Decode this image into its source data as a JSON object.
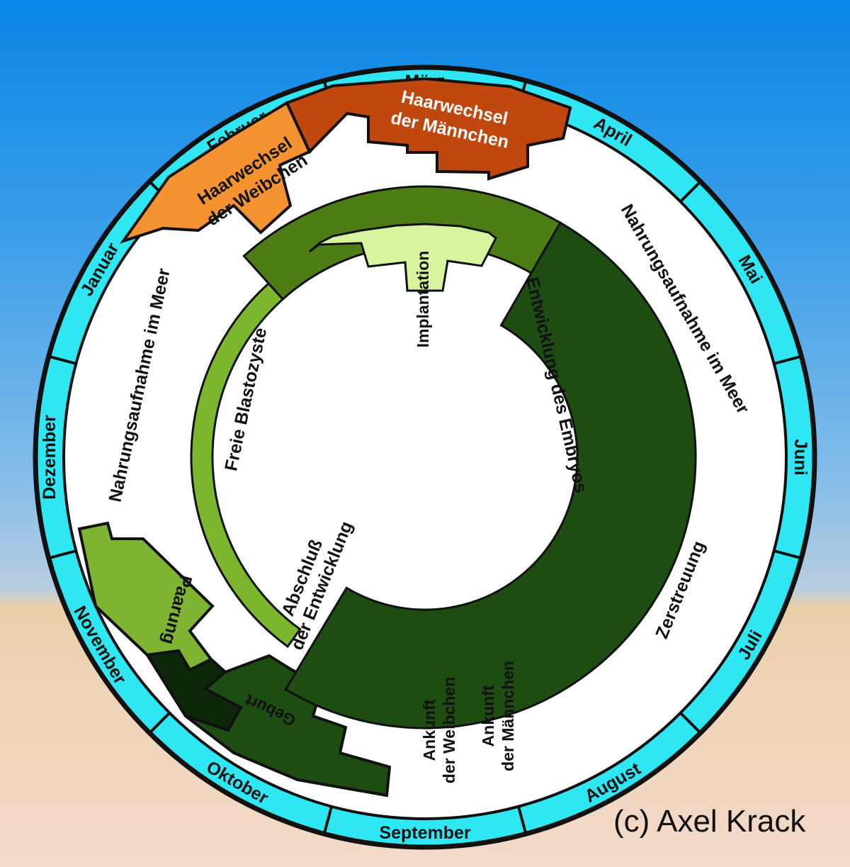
{
  "months": [
    "März",
    "April",
    "Mai",
    "Juni",
    "Juli",
    "August",
    "September",
    "Oktober",
    "November",
    "Dezember",
    "Januar",
    "Februar"
  ],
  "phases": {
    "moult_females": [
      "Haarwechsel",
      "der Weibchen"
    ],
    "moult_males": [
      "Haarwechsel",
      "der Männchen"
    ],
    "feeding_left": "Nahrungsaufnahme im Meer",
    "feeding_right": "Nahrungsaufnahme im Meer",
    "dispersal": "Zerstreuung",
    "arrival_females": [
      "Ankunft",
      "der Weibchen"
    ],
    "arrival_males": [
      "Ankunft",
      "der Männchen"
    ],
    "birth": "Geburt",
    "mating": "Paarung"
  },
  "embryo": {
    "free_blastocyst": "Freie Blastozyste",
    "implantation": "Implantation",
    "development": "Entwicklung des Embryos",
    "completion": [
      "Abschluß",
      "der Entwicklung"
    ]
  },
  "colors": {
    "month_ring": "#2ee7f2",
    "outline": "#111111",
    "moult_females": "#f59331",
    "moult_males": "#c0480e",
    "mating": "#7fb332",
    "birth": "#1e4d12",
    "birth_dark": "#0d2808",
    "blastocyst": "#7cb62c",
    "early_embryo": "#4e7d16",
    "implantation": "#d8f49e",
    "embryo": "#1e4d12"
  },
  "credit": "(c) Axel Krack"
}
